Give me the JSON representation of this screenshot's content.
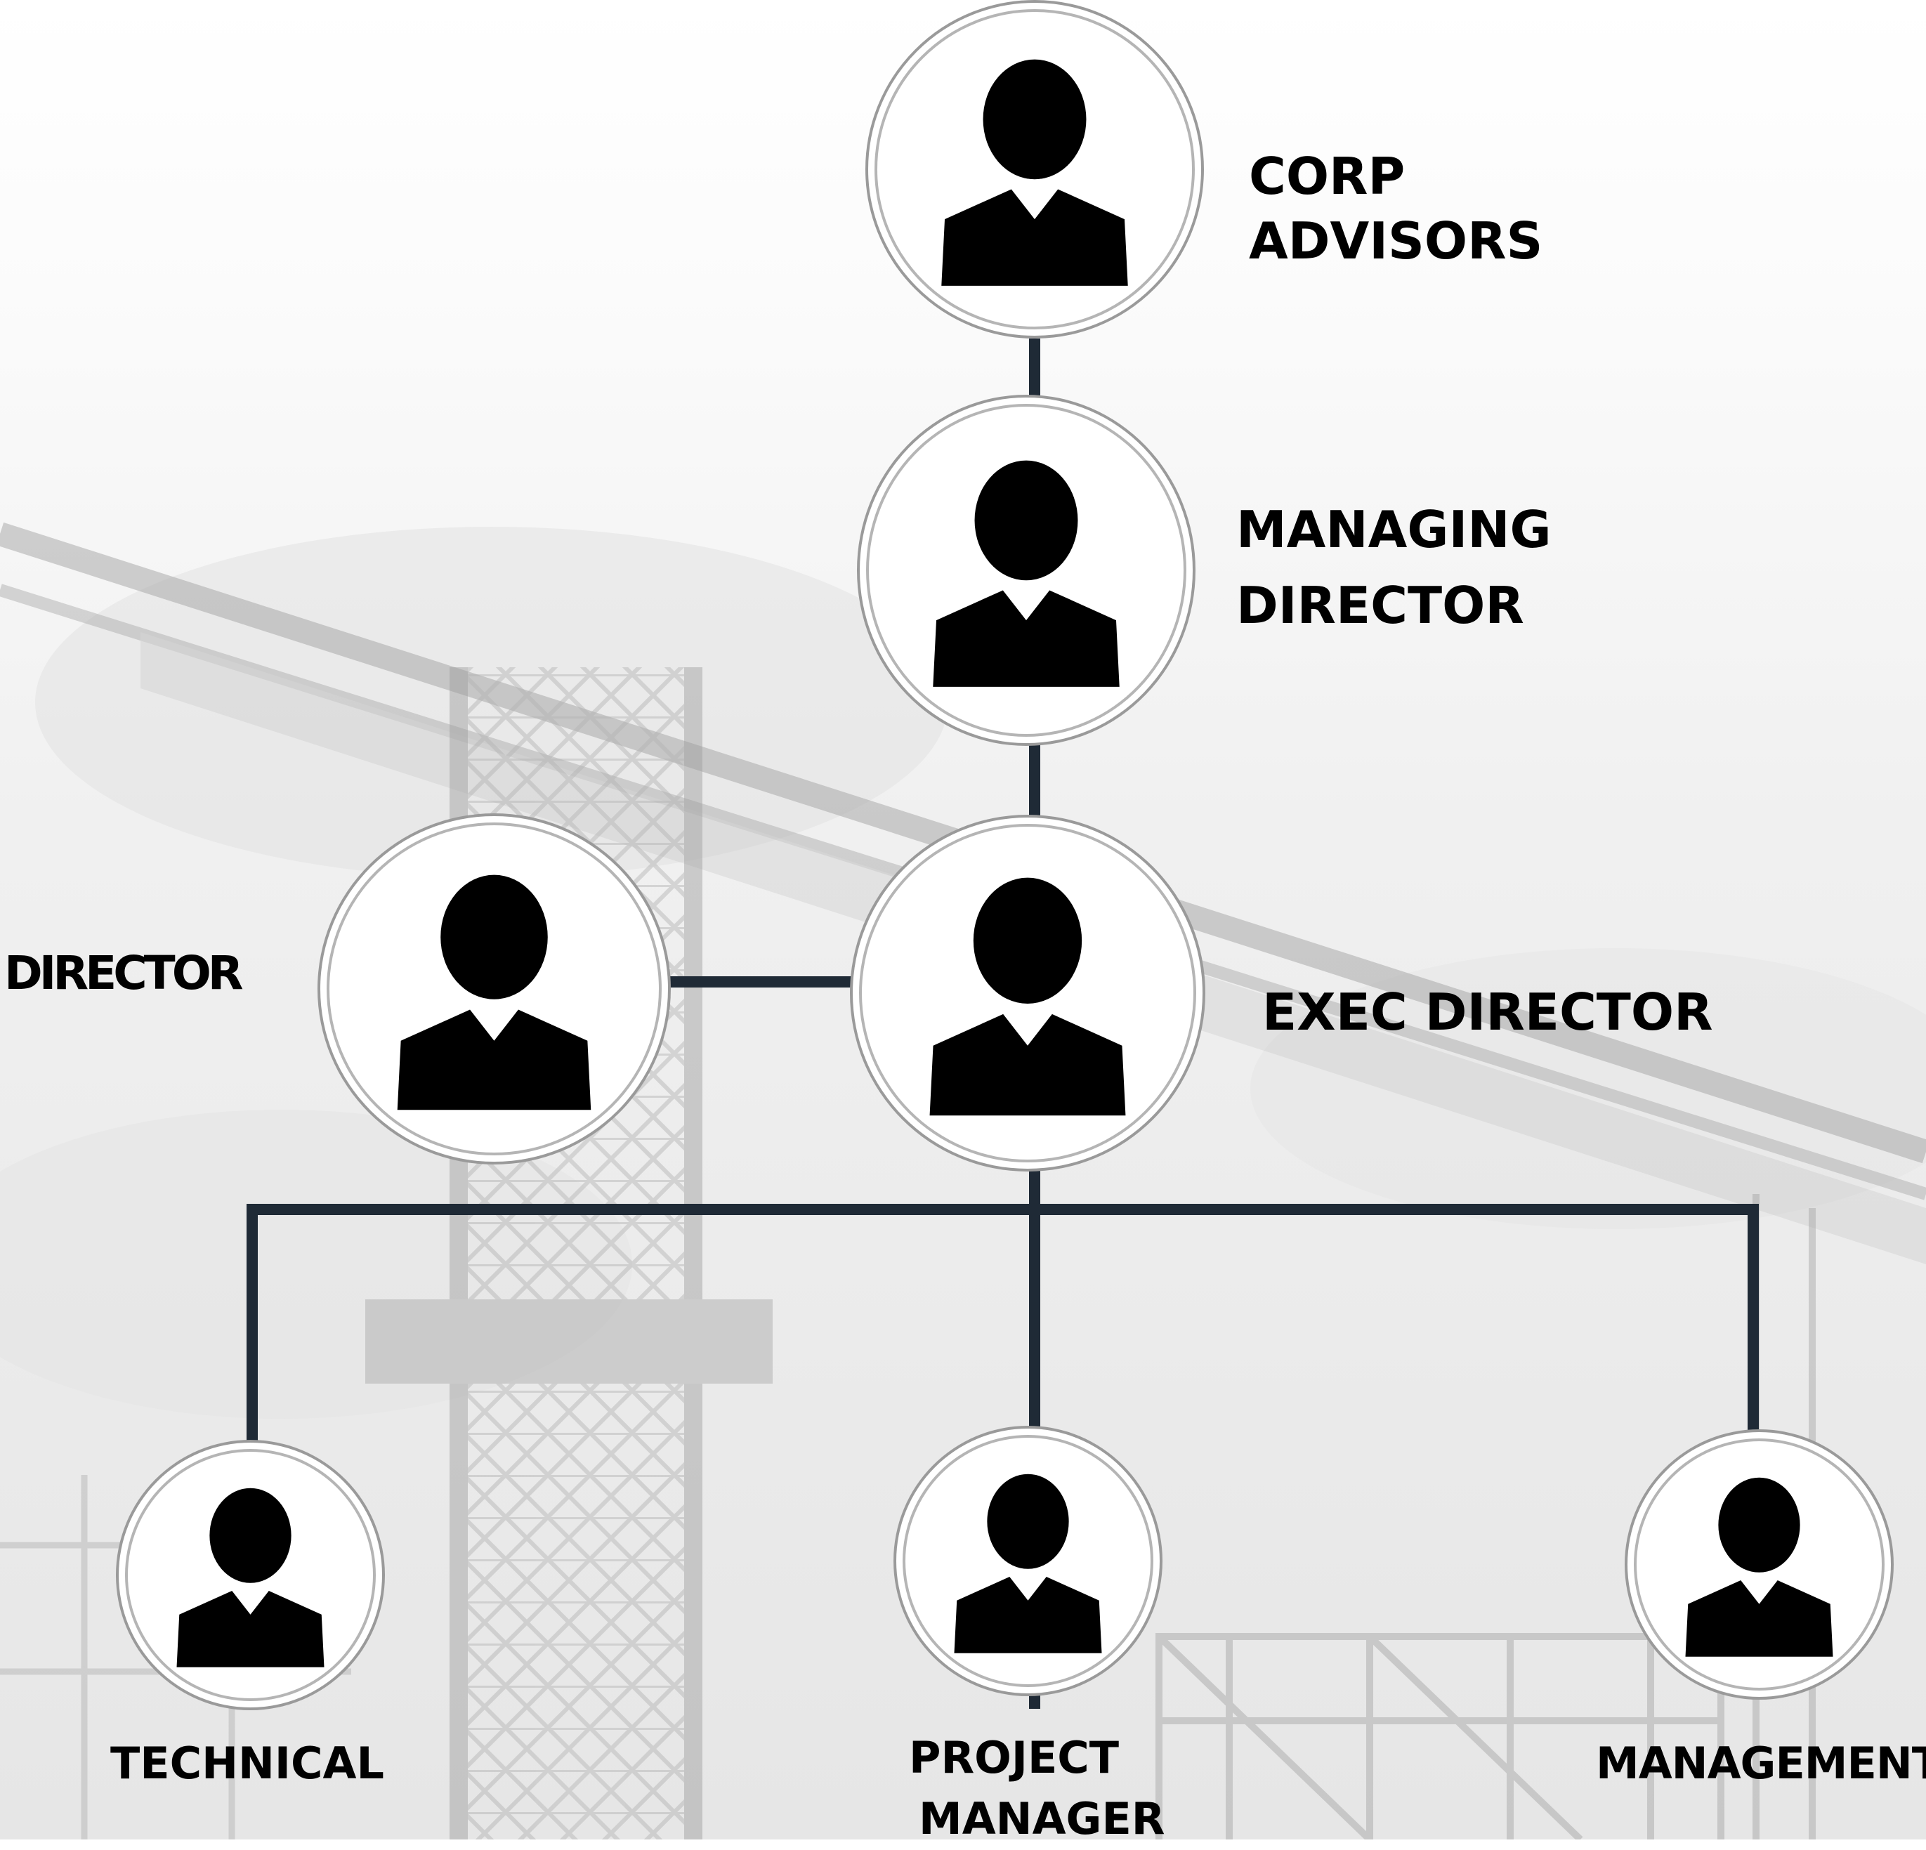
{
  "diagram": {
    "type": "org-chart",
    "connector_color": "#1f2a36",
    "node_border_color": "#9a9a9a",
    "icon": "person-silhouette-icon",
    "nodes": {
      "corp_advisors": {
        "lines": [
          "CORP",
          "ADVISORS"
        ]
      },
      "managing_director": {
        "lines": [
          "MANAGING",
          "DIRECTOR"
        ]
      },
      "director": {
        "lines": [
          "DIRECTOR"
        ]
      },
      "exec_director": {
        "lines": [
          "EXEC DIRECTOR"
        ]
      },
      "technical": {
        "lines": [
          "TECHNICAL"
        ]
      },
      "project_manager": {
        "lines": [
          "PROJECT",
          "MANAGER"
        ]
      },
      "management": {
        "lines": [
          "MANAGEMENT"
        ]
      }
    },
    "edges": [
      [
        "corp_advisors",
        "managing_director"
      ],
      [
        "managing_director",
        "exec_director"
      ],
      [
        "exec_director",
        "director"
      ],
      [
        "exec_director",
        "technical"
      ],
      [
        "exec_director",
        "project_manager"
      ],
      [
        "exec_director",
        "management"
      ]
    ]
  }
}
